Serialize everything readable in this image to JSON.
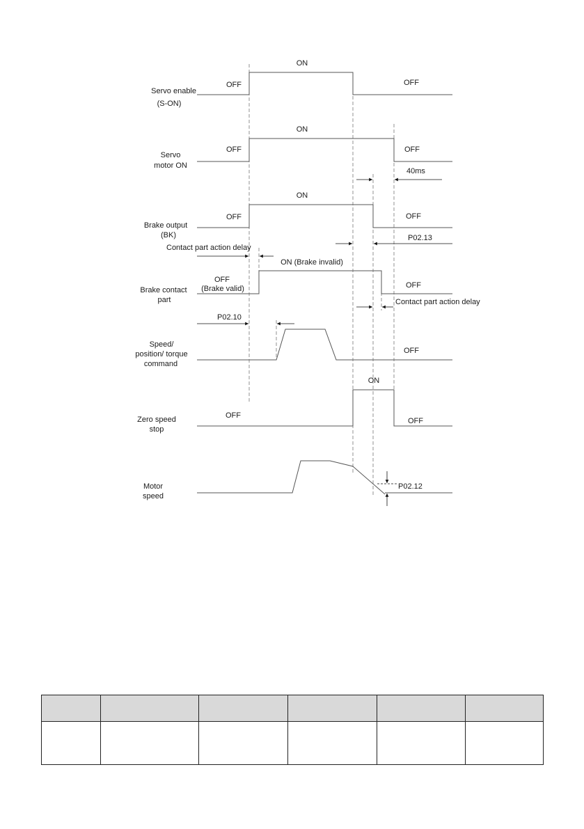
{
  "signals": {
    "servo_enable": {
      "label1": "Servo enable",
      "label2": "(S-ON)",
      "off_left": "OFF",
      "on": "ON",
      "off_right": "OFF"
    },
    "servo_motor_on": {
      "label1": "Servo",
      "label2": "motor ON",
      "off_left": "OFF",
      "on": "ON",
      "off_right": "OFF"
    },
    "brake_output": {
      "label1": "Brake output",
      "label2": "(BK)",
      "off_left": "OFF",
      "on": "ON",
      "off_right": "OFF"
    },
    "brake_contact": {
      "label1": "Brake contact",
      "label2": "part",
      "off_left1": "OFF",
      "off_left2": "(Brake valid)",
      "on": "ON (Brake invalid)",
      "off_right": "OFF"
    },
    "command": {
      "label1": "Speed/",
      "label2": "position/ torque",
      "label3": "command",
      "off_right": "OFF"
    },
    "zero_speed": {
      "label1": "Zero speed",
      "label2": "stop",
      "off_left": "OFF",
      "on": "ON",
      "off_right": "OFF"
    },
    "motor_speed": {
      "label1": "Motor",
      "label2": "speed"
    }
  },
  "annotations": {
    "t_40ms": "40ms",
    "p0213": "P02.13",
    "contact_delay_1": "Contact part action delay",
    "contact_delay_2": "Contact part action delay",
    "p0210": "P02.10",
    "p0212": "P02.12"
  },
  "table": {
    "columns": 6,
    "rows": 1
  }
}
